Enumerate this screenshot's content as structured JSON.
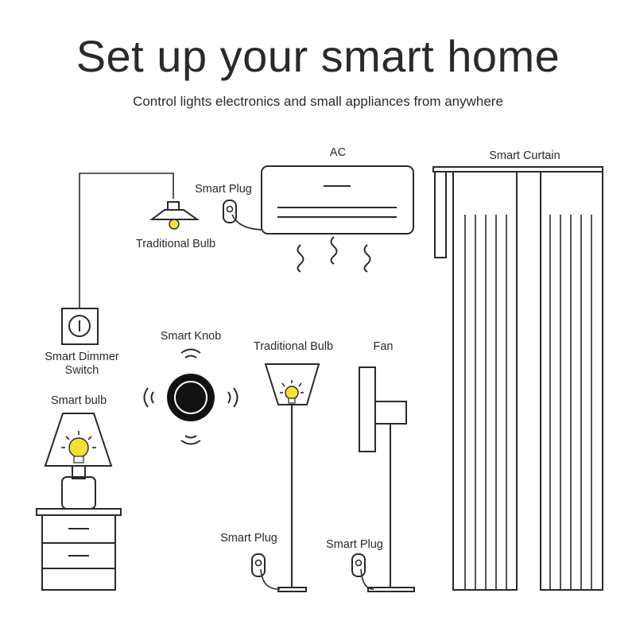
{
  "header": {
    "title": "Set up your smart home",
    "subtitle": "Control lights electronics and small appliances from anywhere"
  },
  "labels": {
    "ac": "AC",
    "smart_curtain": "Smart Curtain",
    "smart_plug_ac": "Smart Plug",
    "traditional_bulb_ceiling": "Traditional Bulb",
    "smart_dimmer_switch_line1": "Smart Dimmer",
    "smart_dimmer_switch_line2": "Switch",
    "smart_knob": "Smart Knob",
    "traditional_bulb_floor": "Traditional Bulb",
    "fan": "Fan",
    "smart_bulb": "Smart bulb",
    "smart_plug_lamp": "Smart Plug",
    "smart_plug_fan": "Smart Plug"
  },
  "colors": {
    "line": "#2a2a2a",
    "bulb_yellow": "#f5e03a",
    "knob_black": "#111111",
    "background": "#ffffff"
  },
  "icons": {
    "ceiling_lamp": "ceiling-lamp-icon",
    "air_conditioner": "air-conditioner-icon",
    "curtain": "curtain-icon",
    "plug": "smart-plug-icon",
    "switch": "dimmer-switch-icon",
    "knob": "smart-knob-icon",
    "floor_lamp": "floor-lamp-icon",
    "fan": "fan-icon",
    "table_lamp": "table-lamp-icon",
    "nightstand": "nightstand-icon"
  }
}
